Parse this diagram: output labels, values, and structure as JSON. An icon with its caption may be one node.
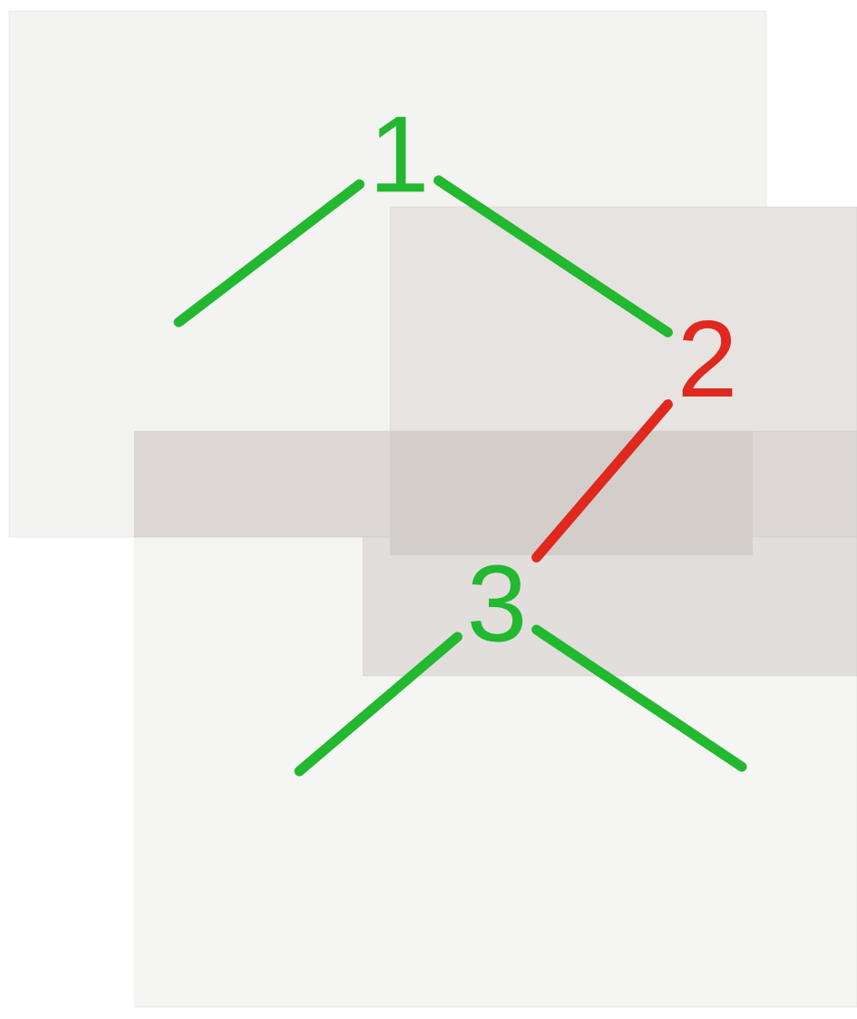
{
  "diagram": {
    "nodes": [
      {
        "text": [
          "1"
        ]
      },
      {
        "text": [
          "2"
        ]
      },
      {
        "text": [
          "3"
        ]
      }
    ],
    "edges": [
      {
        "from": 0,
        "to": null,
        "arrow": "none"
      },
      {
        "from": 0,
        "to": 1,
        "arrow": "none"
      },
      {
        "from": 1,
        "to": 2,
        "arrow": "none",
        "color": "#e0281e"
      },
      {
        "from": 2,
        "to": null,
        "arrow": "none"
      },
      {
        "from": 2,
        "to": null,
        "arrow": "none"
      }
    ]
  }
}
